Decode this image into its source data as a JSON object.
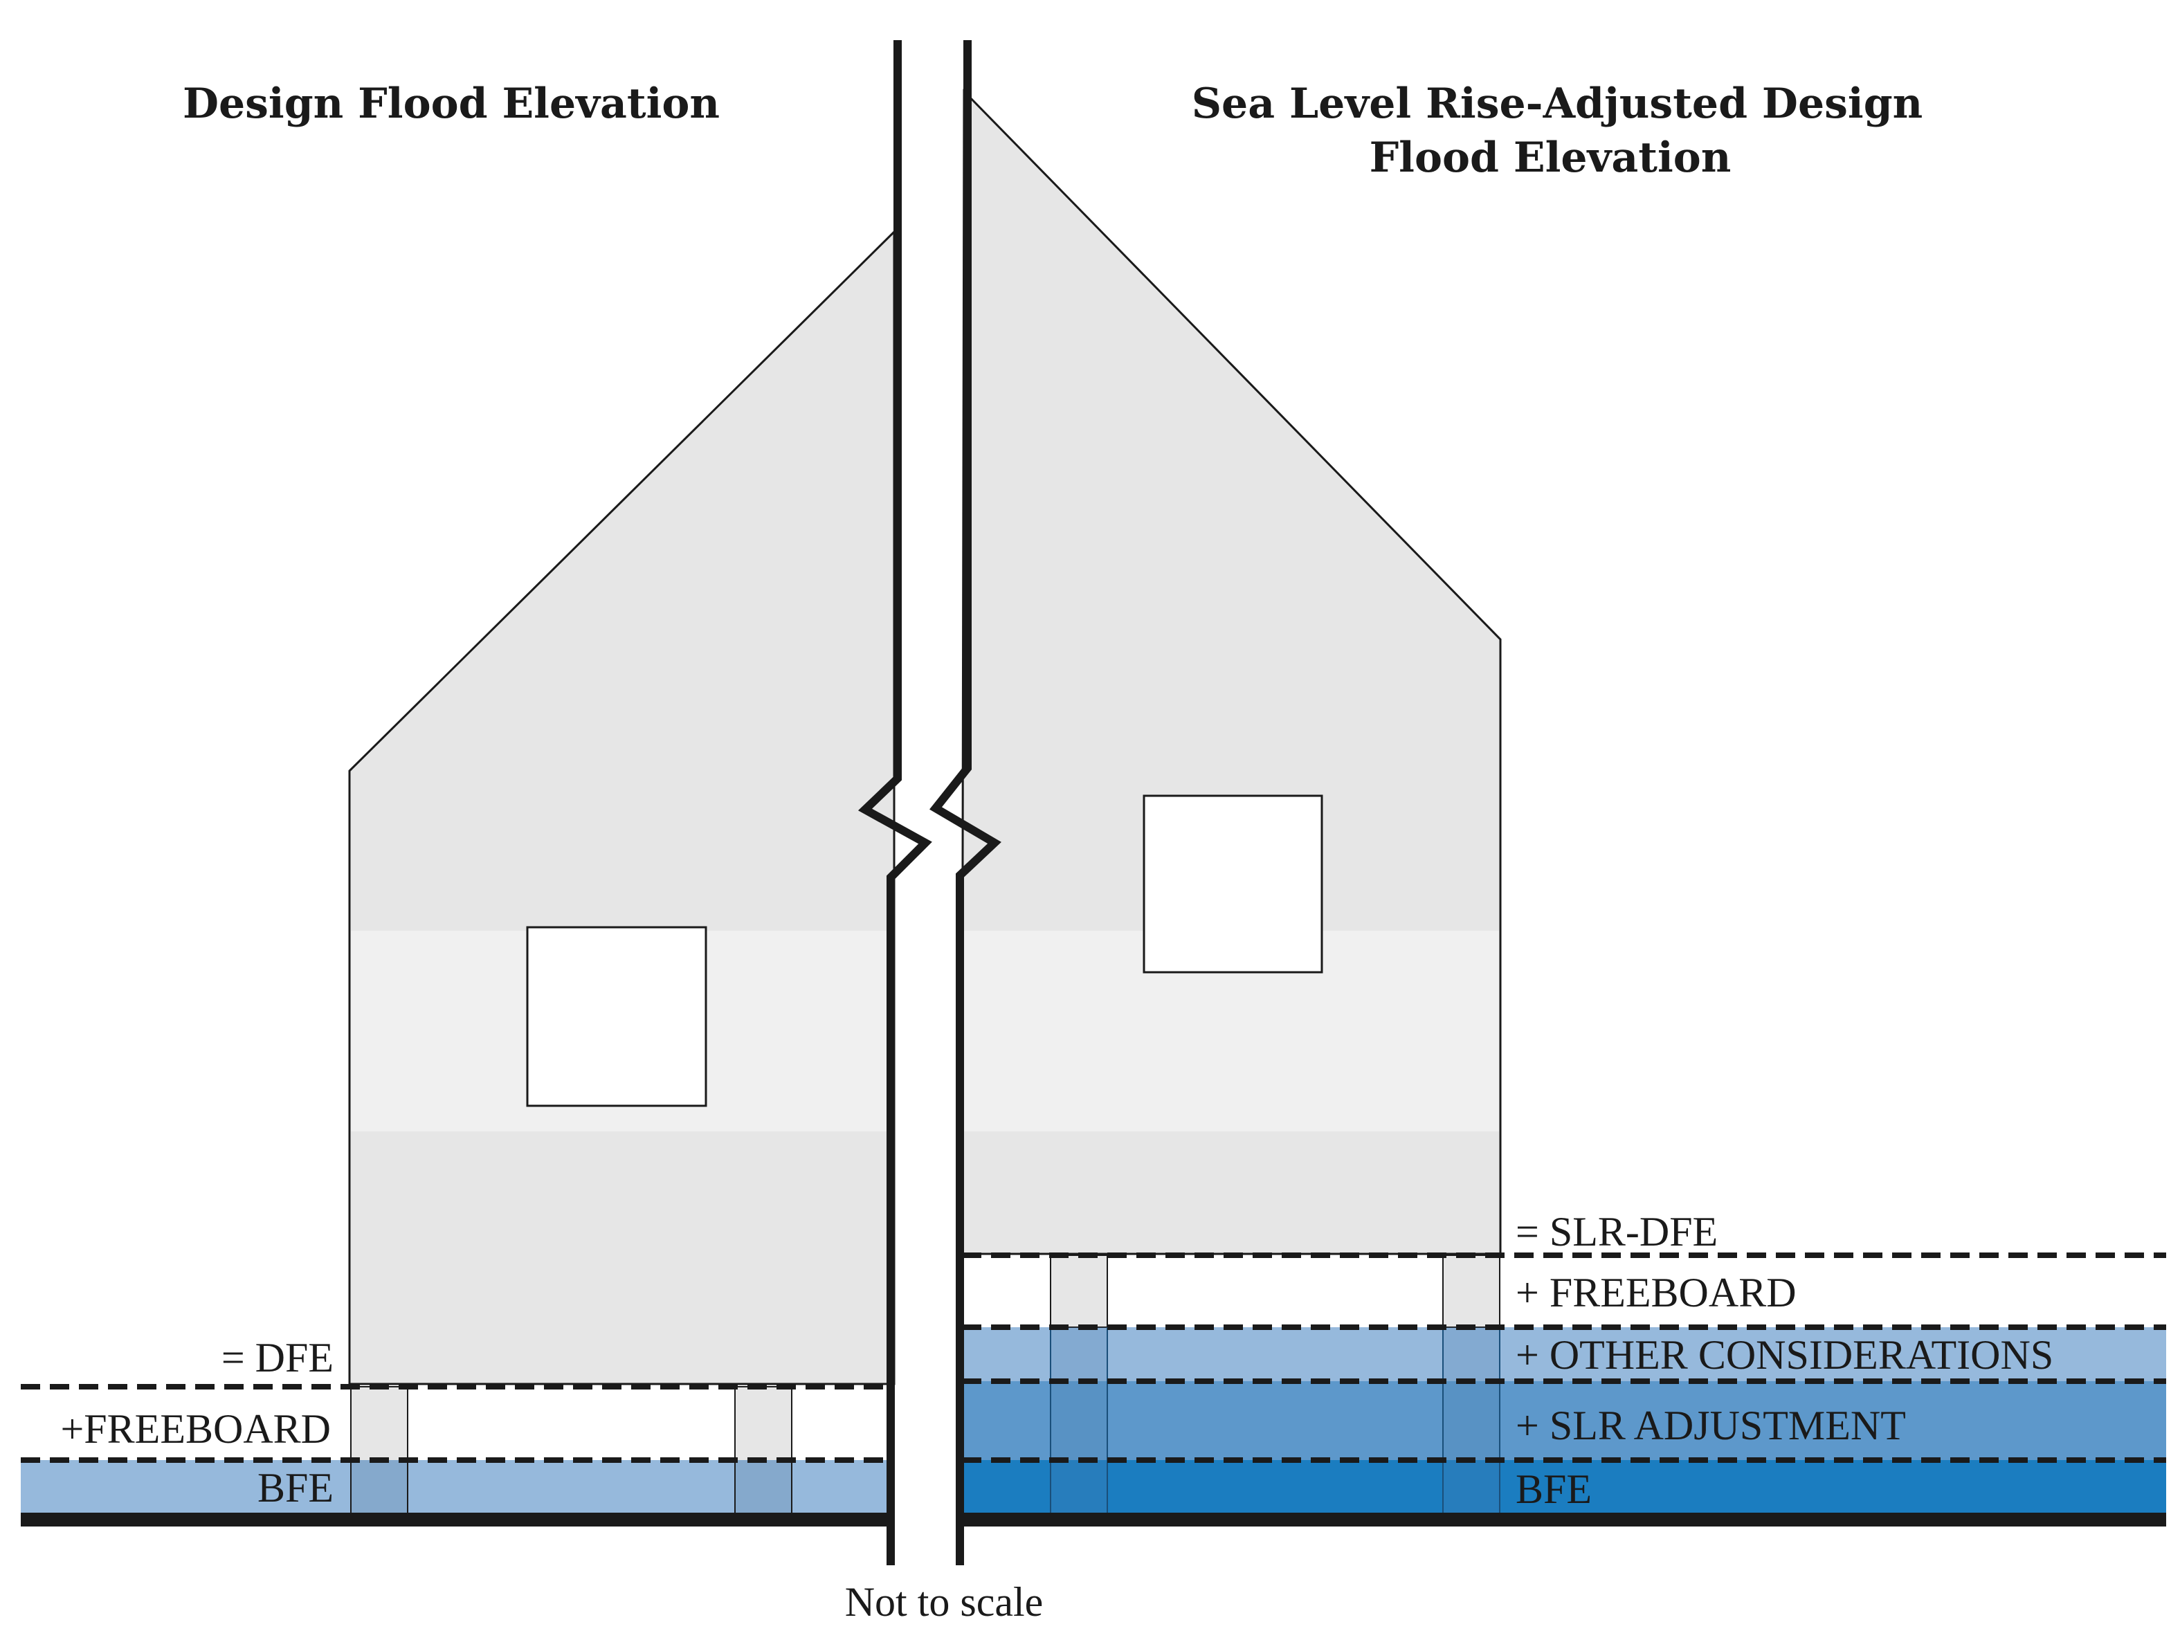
{
  "left_panel": {
    "title": "Design Flood Elevation",
    "labels": {
      "dfe": "= DFE",
      "freeboard": "+FREEBOARD",
      "bfe": "BFE"
    }
  },
  "right_panel": {
    "title_line1": "Sea Level Rise-Adjusted Design",
    "title_line2": "Flood Elevation",
    "labels": {
      "slr_dfe": "= SLR-DFE",
      "freeboard": "+ FREEBOARD",
      "other": "+ OTHER CONSIDERATIONS",
      "slr_adjustment": "+ SLR ADJUSTMENT",
      "bfe": "BFE"
    }
  },
  "footer": {
    "note": "Not to scale"
  },
  "colors": {
    "house_gray": "#e6e6e6",
    "house_band": "#f0f0f0",
    "bfe_light": "#96b9dc",
    "other_considerations": "#96b9dc",
    "slr_adjustment": "#5d98cb",
    "bfe_dark": "#1b7dc0",
    "pier_overlay": "#85a9cc",
    "line": "#1a1a1a"
  }
}
